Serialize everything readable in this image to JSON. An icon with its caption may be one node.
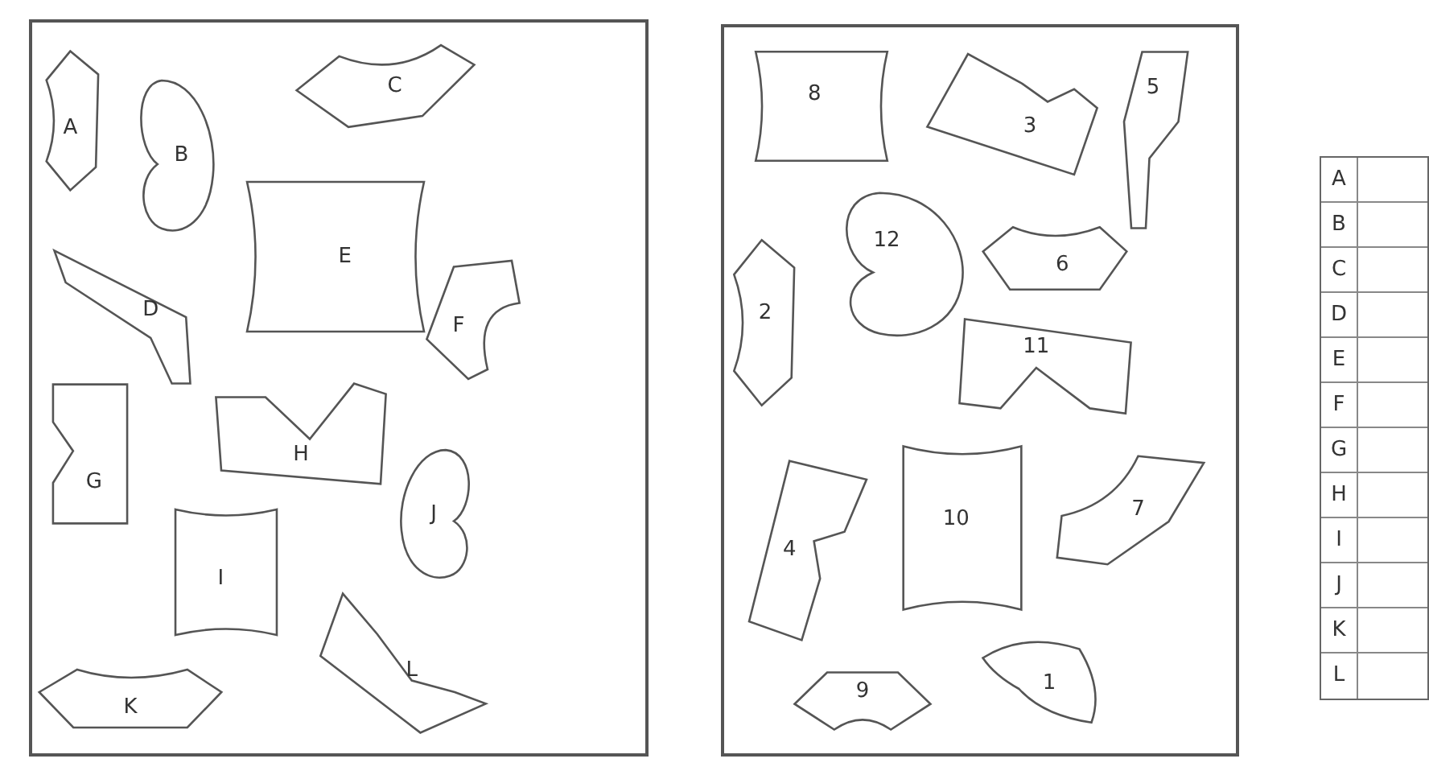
{
  "diagram": {
    "nodes": [
      {
        "text": [],
        "shape": "box"
      },
      {
        "text": [
          "A"
        ],
        "in": 0
      },
      {
        "text": [
          "B"
        ],
        "in": 0
      },
      {
        "text": [
          "C"
        ],
        "in": 0
      },
      {
        "text": [
          "E"
        ],
        "in": 0
      },
      {
        "text": [
          "D"
        ],
        "in": 0
      },
      {
        "text": [
          "F"
        ],
        "in": 0
      },
      {
        "text": [
          "G"
        ],
        "in": 0
      },
      {
        "text": [
          "H"
        ],
        "in": 0
      },
      {
        "text": [
          "J"
        ],
        "in": 0
      },
      {
        "text": [
          "I"
        ],
        "in": 0
      },
      {
        "text": [
          "L"
        ],
        "in": 0
      },
      {
        "text": [
          "K"
        ],
        "in": 0
      },
      {
        "text": [],
        "shape": "box"
      },
      {
        "text": [
          "8"
        ],
        "in": 13
      },
      {
        "text": [
          "3"
        ],
        "in": 13
      },
      {
        "text": [
          "5"
        ],
        "in": 13
      },
      {
        "text": [
          "2"
        ],
        "in": 13
      },
      {
        "text": [
          "12"
        ],
        "in": 13
      },
      {
        "text": [
          "6"
        ],
        "in": 13
      },
      {
        "text": [
          "11"
        ],
        "in": 13
      },
      {
        "text": [
          "4"
        ],
        "in": 13
      },
      {
        "text": [
          "10"
        ],
        "in": 13
      },
      {
        "text": [
          "7"
        ],
        "in": 13
      },
      {
        "text": [
          "9"
        ],
        "in": 13
      },
      {
        "text": [
          "1"
        ],
        "in": 13
      }
    ],
    "labels": [
      "A",
      "B",
      "C",
      "D",
      "E",
      "F",
      "G",
      "H",
      "I",
      "J",
      "K",
      "L"
    ]
  }
}
